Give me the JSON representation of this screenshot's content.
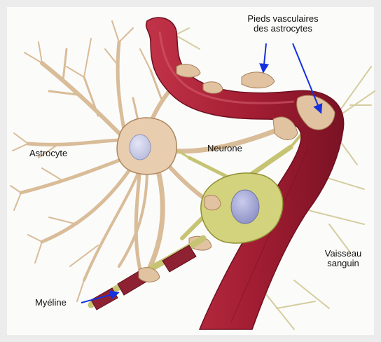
{
  "labels": {
    "vascular_feet": [
      "Pieds vasculaires",
      "des astrocytes"
    ],
    "astrocyte": "Astrocyte",
    "neuron": "Neurone",
    "blood_vessel": [
      "Vaisseau",
      "sanguin"
    ],
    "myelin": "Myéline"
  },
  "colors": {
    "frame": "#e9e9e9",
    "vessel": "#a61f35",
    "vessel_dark": "#7d1426",
    "vessel_light": "#c43d51",
    "astrocyte": "#e6c9a6",
    "astrocyte_dark": "#b58c63",
    "astrocyte_nucleus": "#c9cde6",
    "neuron": "#d2d27a",
    "neuron_dark": "#9a9a3c",
    "neuron_nucleus": "#a7abd6",
    "myelin": "#8a2030",
    "arrow": "#1530e0",
    "branches": "#d1c89b"
  }
}
